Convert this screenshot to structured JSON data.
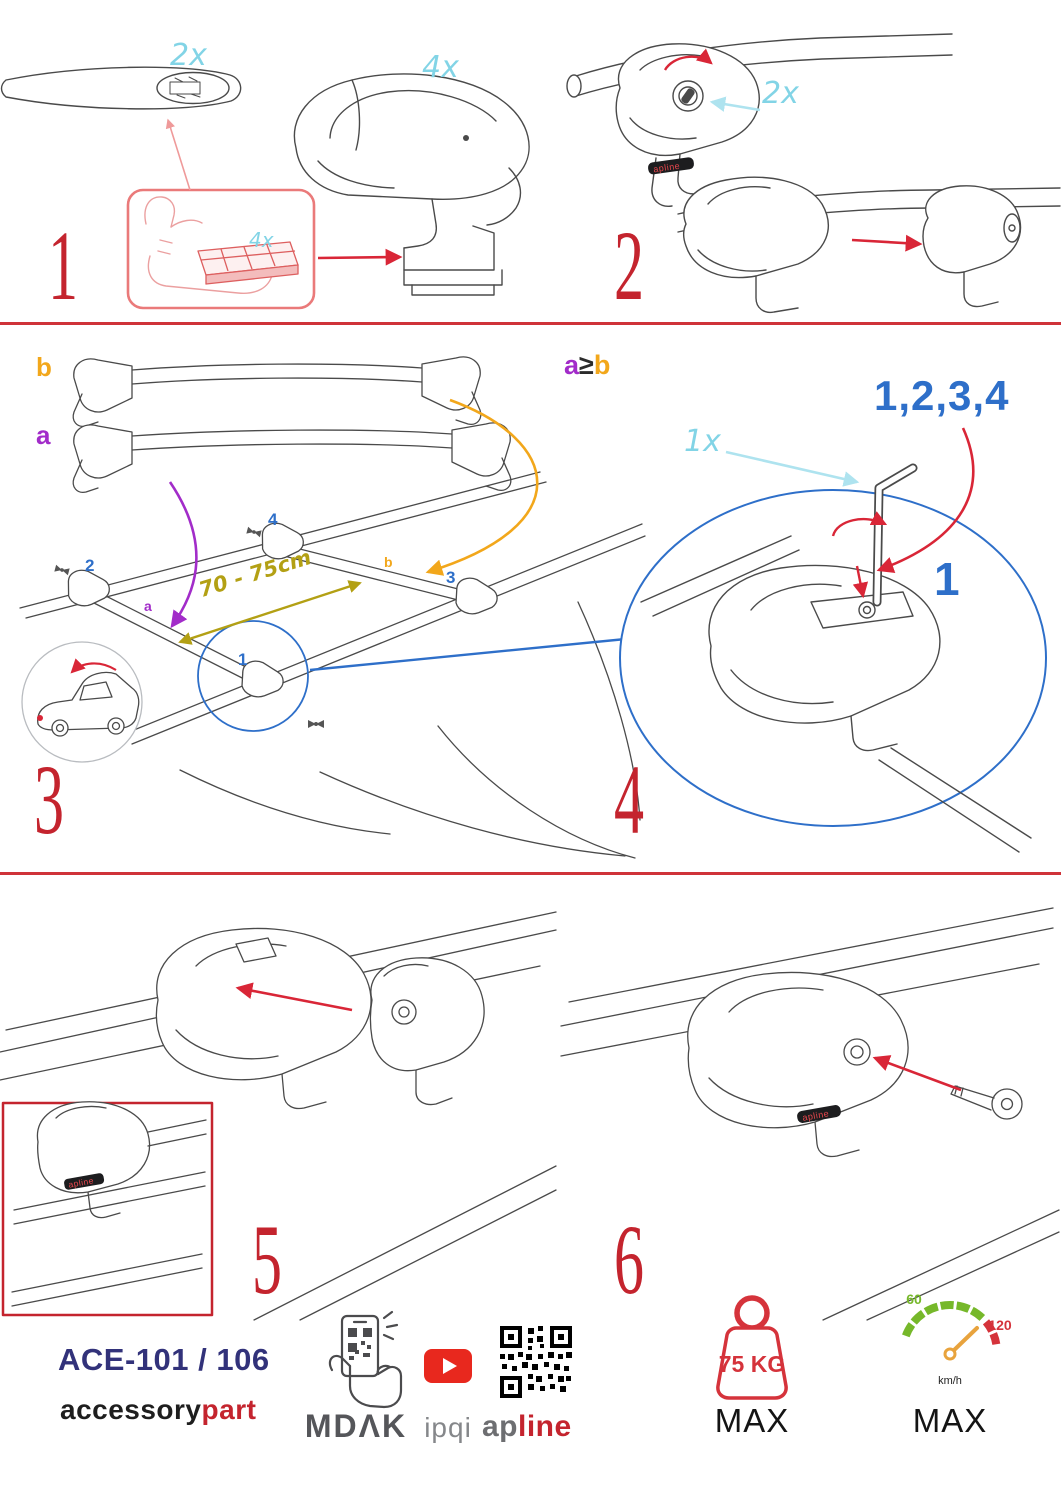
{
  "step1": {
    "number": "1",
    "bar_qty": "2x",
    "foot_qty": "4x",
    "pad_qty": "4x"
  },
  "step2": {
    "number": "2",
    "lock_qty": "2x",
    "foot_logo": "apline"
  },
  "step3": {
    "number": "3",
    "bar_b_label": "b",
    "bar_a_label": "a",
    "pos_1": "1",
    "pos_2": "2",
    "pos_3": "3",
    "pos_4": "4",
    "arrow_a_label": "a",
    "arrow_b_label": "b",
    "span_label": "70 - 75cm"
  },
  "step4": {
    "number": "4",
    "cond_a": "a",
    "cond_op": "≥",
    "cond_b": "b",
    "sequence": "1,2,3,4",
    "tool_qty": "1x",
    "bolt_label": "1"
  },
  "step5": {
    "number": "5",
    "foot_logo": "apline"
  },
  "step6": {
    "number": "6",
    "foot_logo": "apline"
  },
  "footer": {
    "model": "ACE-101 / 106",
    "brand_black": "accessory",
    "brand_red": "part",
    "mdak": "MDΛK",
    "ipqi": "ipqi",
    "apline_gray": "ap",
    "apline_red": "line",
    "weight_value": "75 KG",
    "weight_max": "MAX",
    "speed_low": "60",
    "speed_high": "120",
    "speed_unit": "km/h",
    "speed_max": "MAX"
  }
}
